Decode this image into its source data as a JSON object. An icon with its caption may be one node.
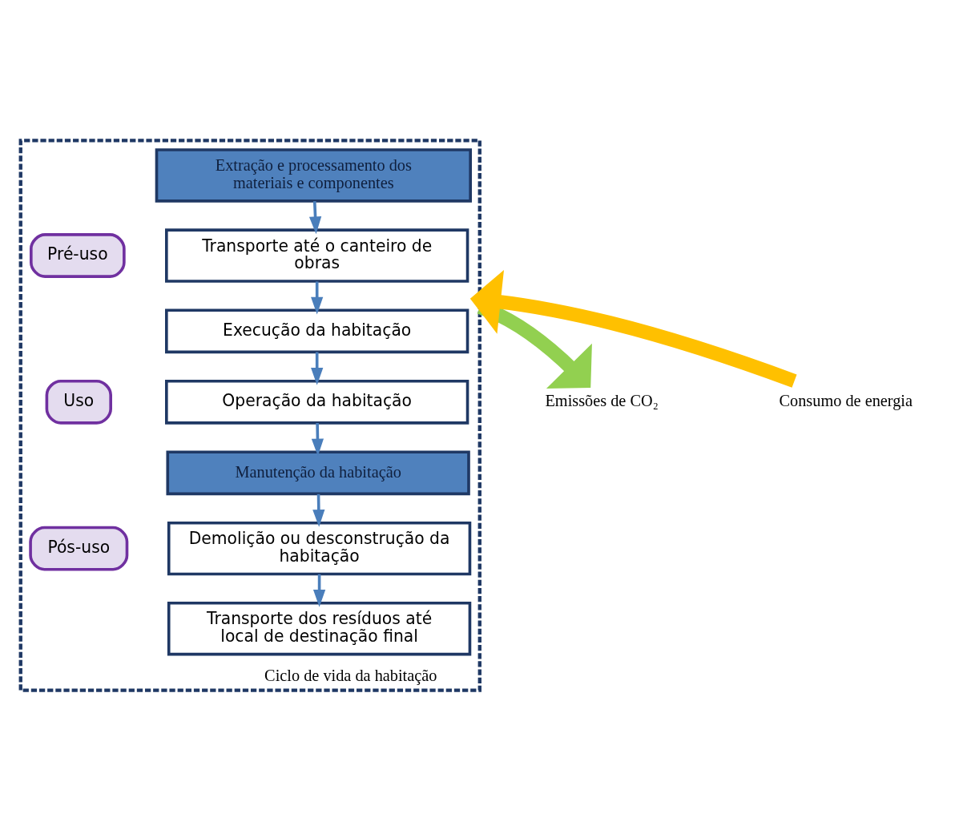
{
  "diagram": {
    "nodes": [
      {
        "text": [
          "Ciclo de vida da habitação"
        ]
      },
      {
        "text": [
          "Pré-uso"
        ],
        "in": 0
      },
      {
        "text": [
          "Uso"
        ],
        "in": 0
      },
      {
        "text": [
          "Pós-uso"
        ],
        "in": 0
      },
      {
        "text": [
          "Extração e processamento dos materiais e componentes"
        ],
        "in": 0
      },
      {
        "text": [
          "Transporte até o canteiro de obras"
        ],
        "in": 0
      },
      {
        "text": [
          "Execução da habitação"
        ],
        "in": 0
      },
      {
        "text": [
          "Operação da habitação"
        ],
        "in": 0
      },
      {
        "text": [
          "Manutenção da habitação"
        ],
        "in": 0
      },
      {
        "text": [
          "Demolição ou desconstrução da habitação"
        ],
        "in": 0
      },
      {
        "text": [
          "Transporte dos resíduos até local de destinação final"
        ],
        "in": 0
      },
      {
        "text": [
          "Consumo de energia"
        ]
      },
      {
        "text": [
          "Emissões de CO₂"
        ]
      }
    ],
    "edges": [
      {
        "from": 4,
        "to": 5,
        "arrow": "to"
      },
      {
        "from": 5,
        "to": 6,
        "arrow": "to"
      },
      {
        "from": 6,
        "to": 7,
        "arrow": "to"
      },
      {
        "from": 7,
        "to": 8,
        "arrow": "to"
      },
      {
        "from": 8,
        "to": 9,
        "arrow": "to"
      },
      {
        "from": 9,
        "to": 10,
        "arrow": "to"
      },
      {
        "from": 11,
        "to": 0,
        "arrow": "to",
        "style": "thick",
        "color": "#ffc000"
      },
      {
        "from": 0,
        "to": 12,
        "arrow": "to",
        "style": "thick",
        "color": "#92d050"
      }
    ]
  }
}
